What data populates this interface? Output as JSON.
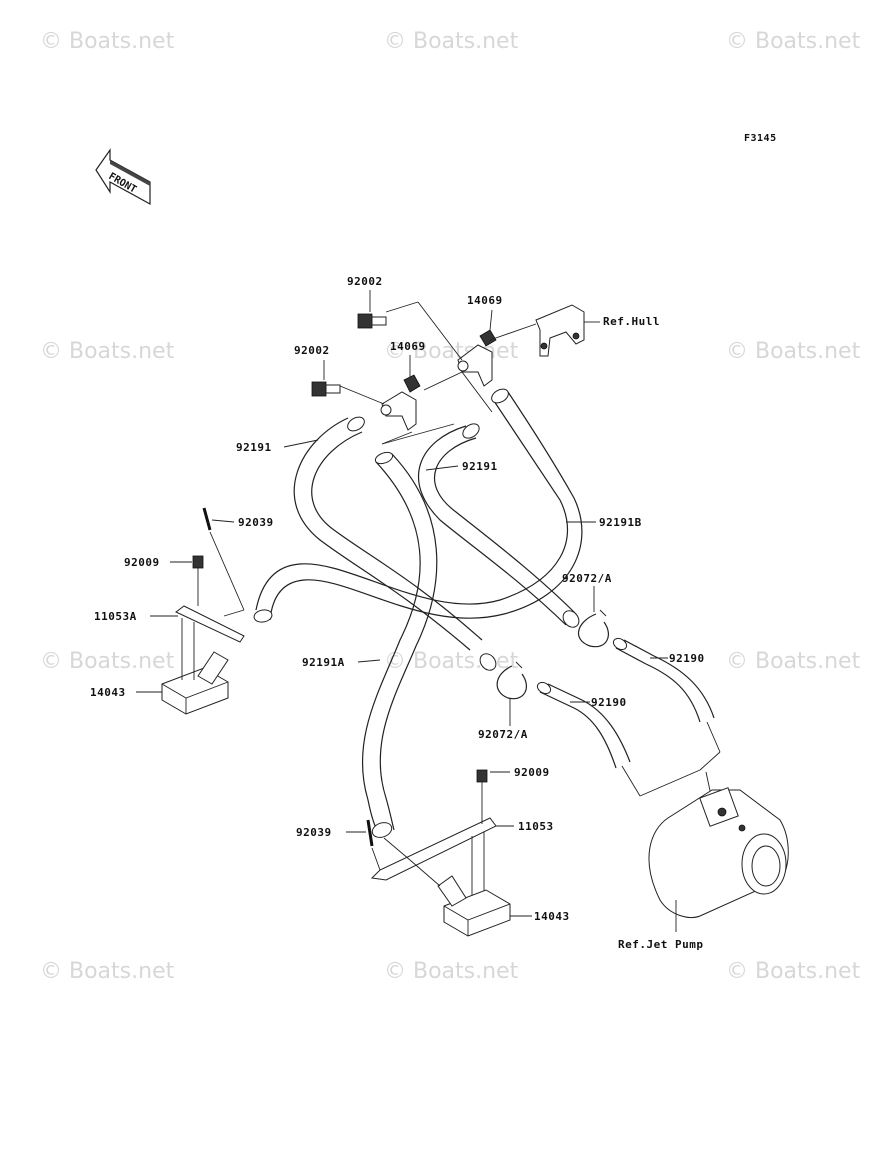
{
  "figure_code": "F3145",
  "front_arrow_text": "FRONT",
  "watermark": "© Boats.net",
  "labels": {
    "l92002a": "92002",
    "l14069": "14069",
    "lRefHull": "Ref.Hull",
    "l92002b": "92002",
    "l14069b": "14069",
    "l92191a": "92191",
    "l92191b": "92191",
    "l92191B": "92191B",
    "l92039a": "92039",
    "l92009a": "92009",
    "l11053A": "11053A",
    "l14043a": "14043",
    "l92072a": "92072/A",
    "l92190a": "92190",
    "l92191A": "92191A",
    "l92190b": "92190",
    "l92072b": "92072/A",
    "l92009b": "92009",
    "l11053": "11053",
    "l92039b": "92039",
    "l14043b": "14043",
    "lRefJet": "Ref.Jet Pump"
  },
  "colors": {
    "ink": "#222222",
    "watermark": "#d7d7d7"
  }
}
